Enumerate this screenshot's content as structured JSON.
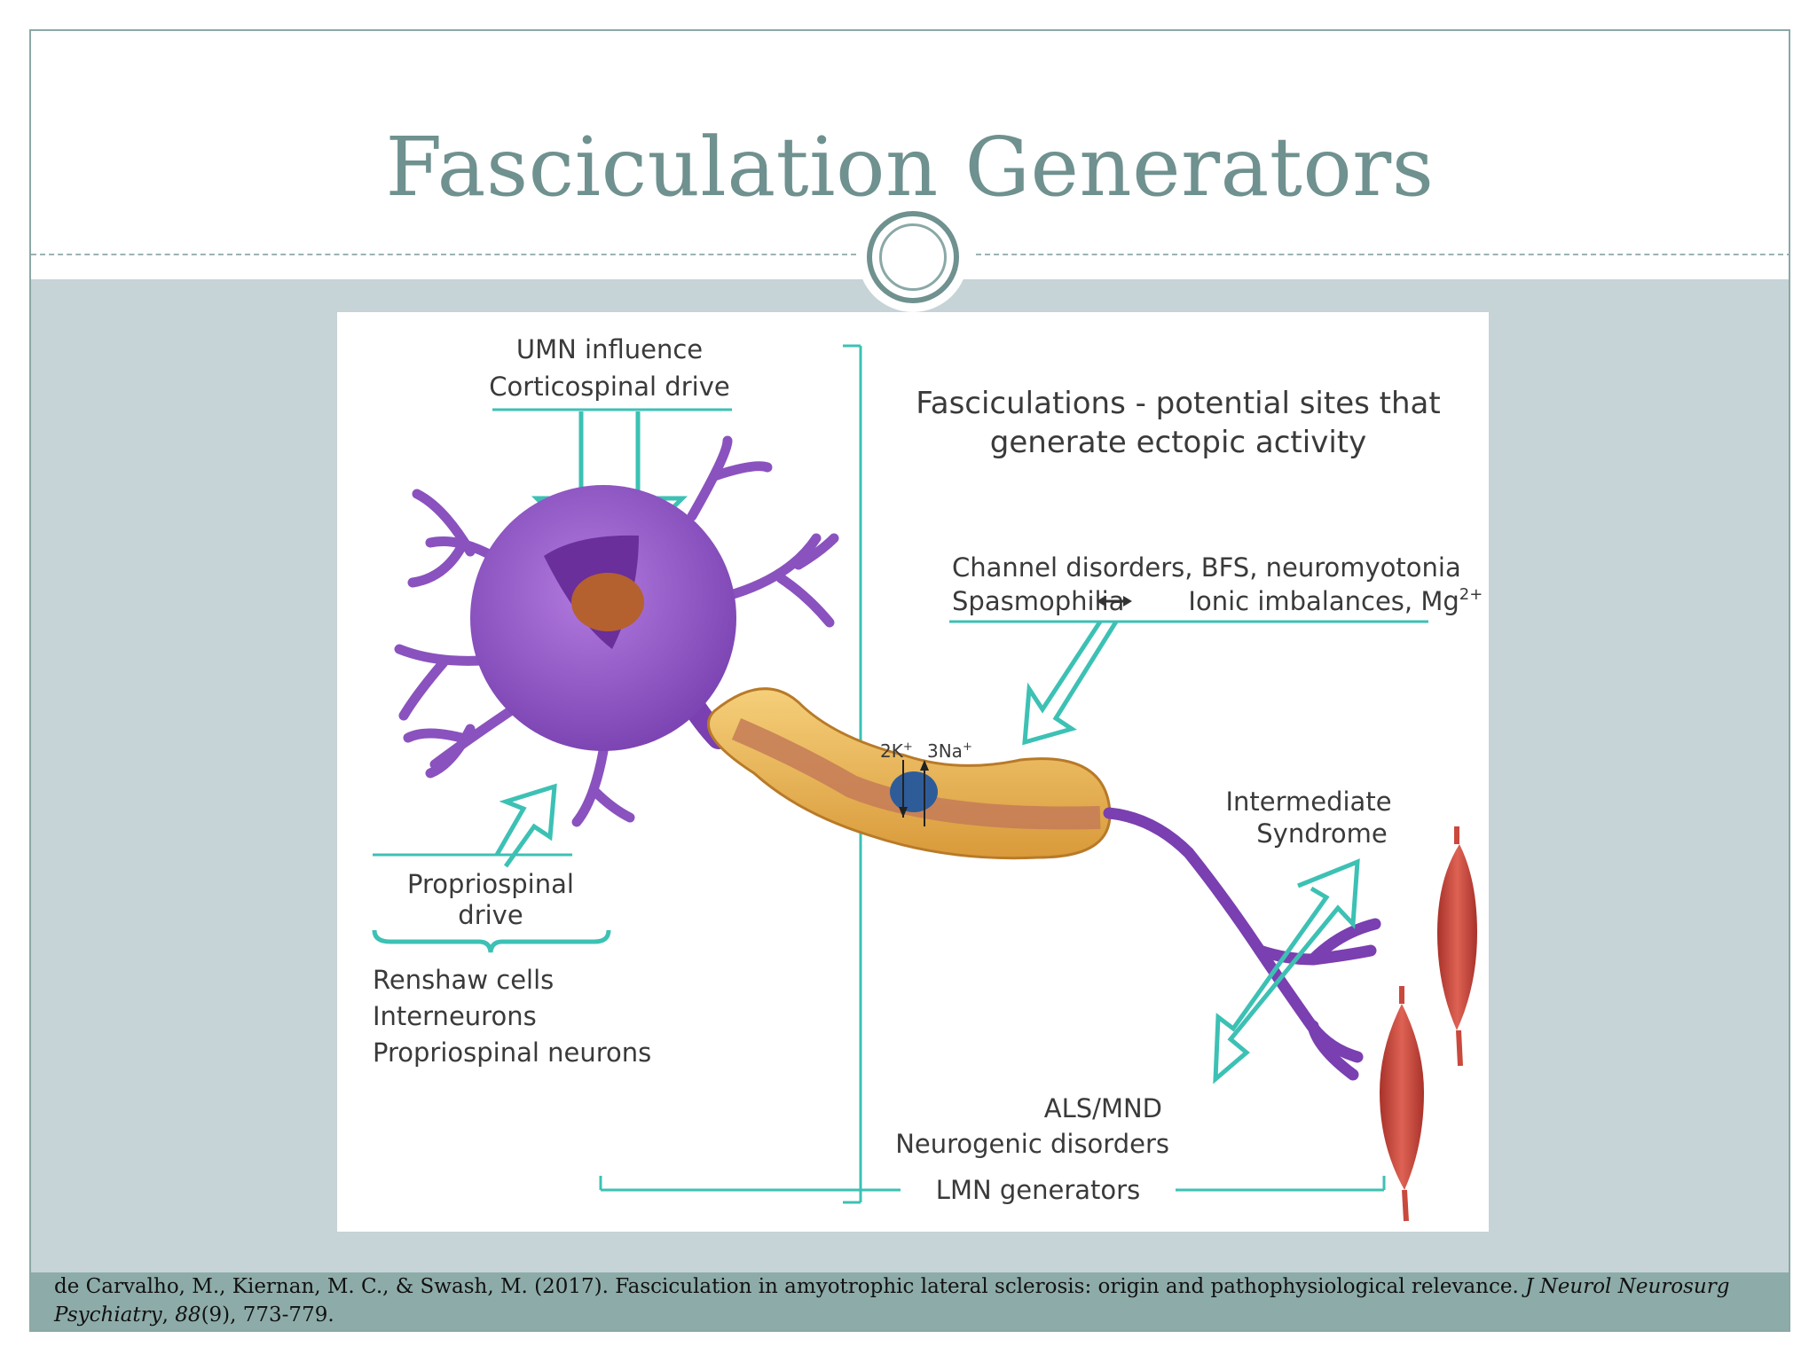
{
  "slide": {
    "title": "Fasciculation Generators"
  },
  "diagram": {
    "umn_line1": "UMN influence",
    "umn_line2": "Corticospinal drive",
    "heading_line1": "Fasciculations - potential sites that",
    "heading_line2": "generate ectopic activity",
    "channel_line1": "Channel disorders, BFS, neuromyotonia",
    "channel_line2_a": "Spasmophilia",
    "channel_line2_b": "Ionic imbalances, Mg",
    "channel_sup": "2+",
    "k_label": "2K",
    "na_label": "3Na",
    "ion_sup": "+",
    "intermediate_line1": "Intermediate",
    "intermediate_line2": "Syndrome",
    "propriospinal_line1": "Propriospinal",
    "propriospinal_line2": "drive",
    "list_items": [
      "Renshaw cells",
      "Interneurons",
      "Propriospinal neurons"
    ],
    "als_line1": "ALS/MND",
    "als_line2": "Neurogenic disorders",
    "lmn_label": "LMN generators",
    "colors": {
      "teal": "#3cc1b4",
      "neuron": "#9a5fc6",
      "myelin": "#e9b255",
      "muscle": "#c9493d"
    }
  },
  "citation": {
    "authors": "de Carvalho, M., Kiernan, M. C., & Swash, M. (2017). Fasciculation in amyotrophic lateral sclerosis: origin and pathophysiological relevance. ",
    "journal": "J Neurol Neurosurg Psychiatry",
    "sep": ", ",
    "volume": "88",
    "rest": "(9), 773-779."
  }
}
